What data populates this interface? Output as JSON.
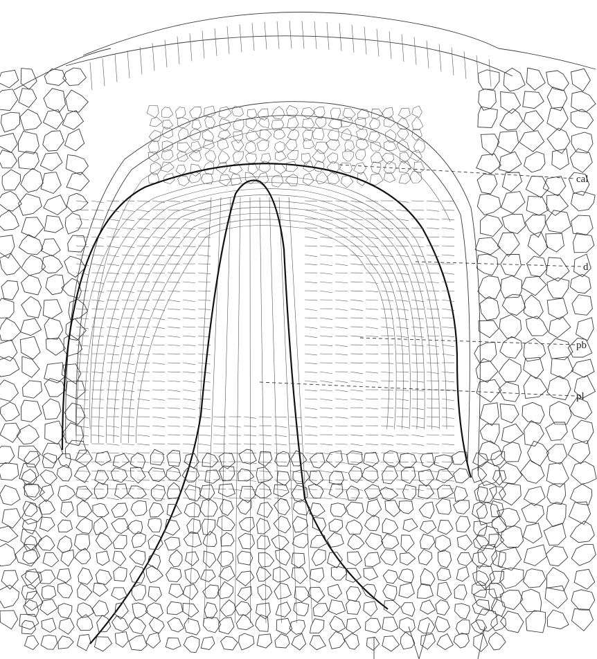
{
  "figure": {
    "labels": [
      {
        "id": "cal",
        "text": "cal"
      },
      {
        "id": "d",
        "text": "d"
      },
      {
        "id": "pb",
        "text": "pb"
      },
      {
        "id": "pl",
        "text": "pl"
      }
    ]
  }
}
